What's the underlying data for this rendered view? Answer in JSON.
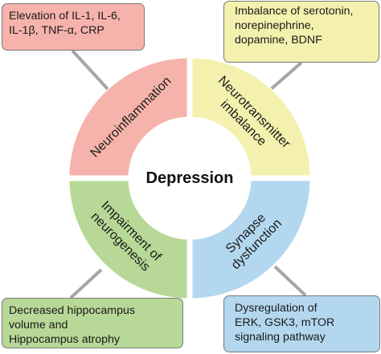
{
  "title": "Depression",
  "colors": {
    "neuroinflammation": "#f6b3ab",
    "neurotransmitter": "#f3f1ad",
    "neurogenesis": "#b7d896",
    "synapse": "#b3d7ef",
    "connector": "#a6a6a6"
  },
  "segments": {
    "top_left": {
      "lines": [
        "Neuroinflammation"
      ]
    },
    "top_right": {
      "lines": [
        "Neurotransmitter",
        "imbalance"
      ]
    },
    "bottom_left": {
      "lines": [
        "Impairment of",
        "neurogenesis"
      ]
    },
    "bottom_right": {
      "lines": [
        "Synapse",
        "dysfunction"
      ]
    }
  },
  "boxes": {
    "top_left": {
      "lines": [
        "Elevation of IL-1, IL-6,",
        "IL-1β, TNF-α, CRP"
      ]
    },
    "top_right": {
      "lines": [
        "Imbalance of serotonin,",
        "norepinephrine,",
        "dopamine, BDNF"
      ]
    },
    "bottom_left": {
      "lines": [
        "Decreased hippocampus",
        "volume and",
        "Hippocampus atrophy"
      ]
    },
    "bottom_right": {
      "lines": [
        "Dysregulation of",
        "ERK, GSK3, mTOR",
        "signaling pathway"
      ]
    }
  }
}
